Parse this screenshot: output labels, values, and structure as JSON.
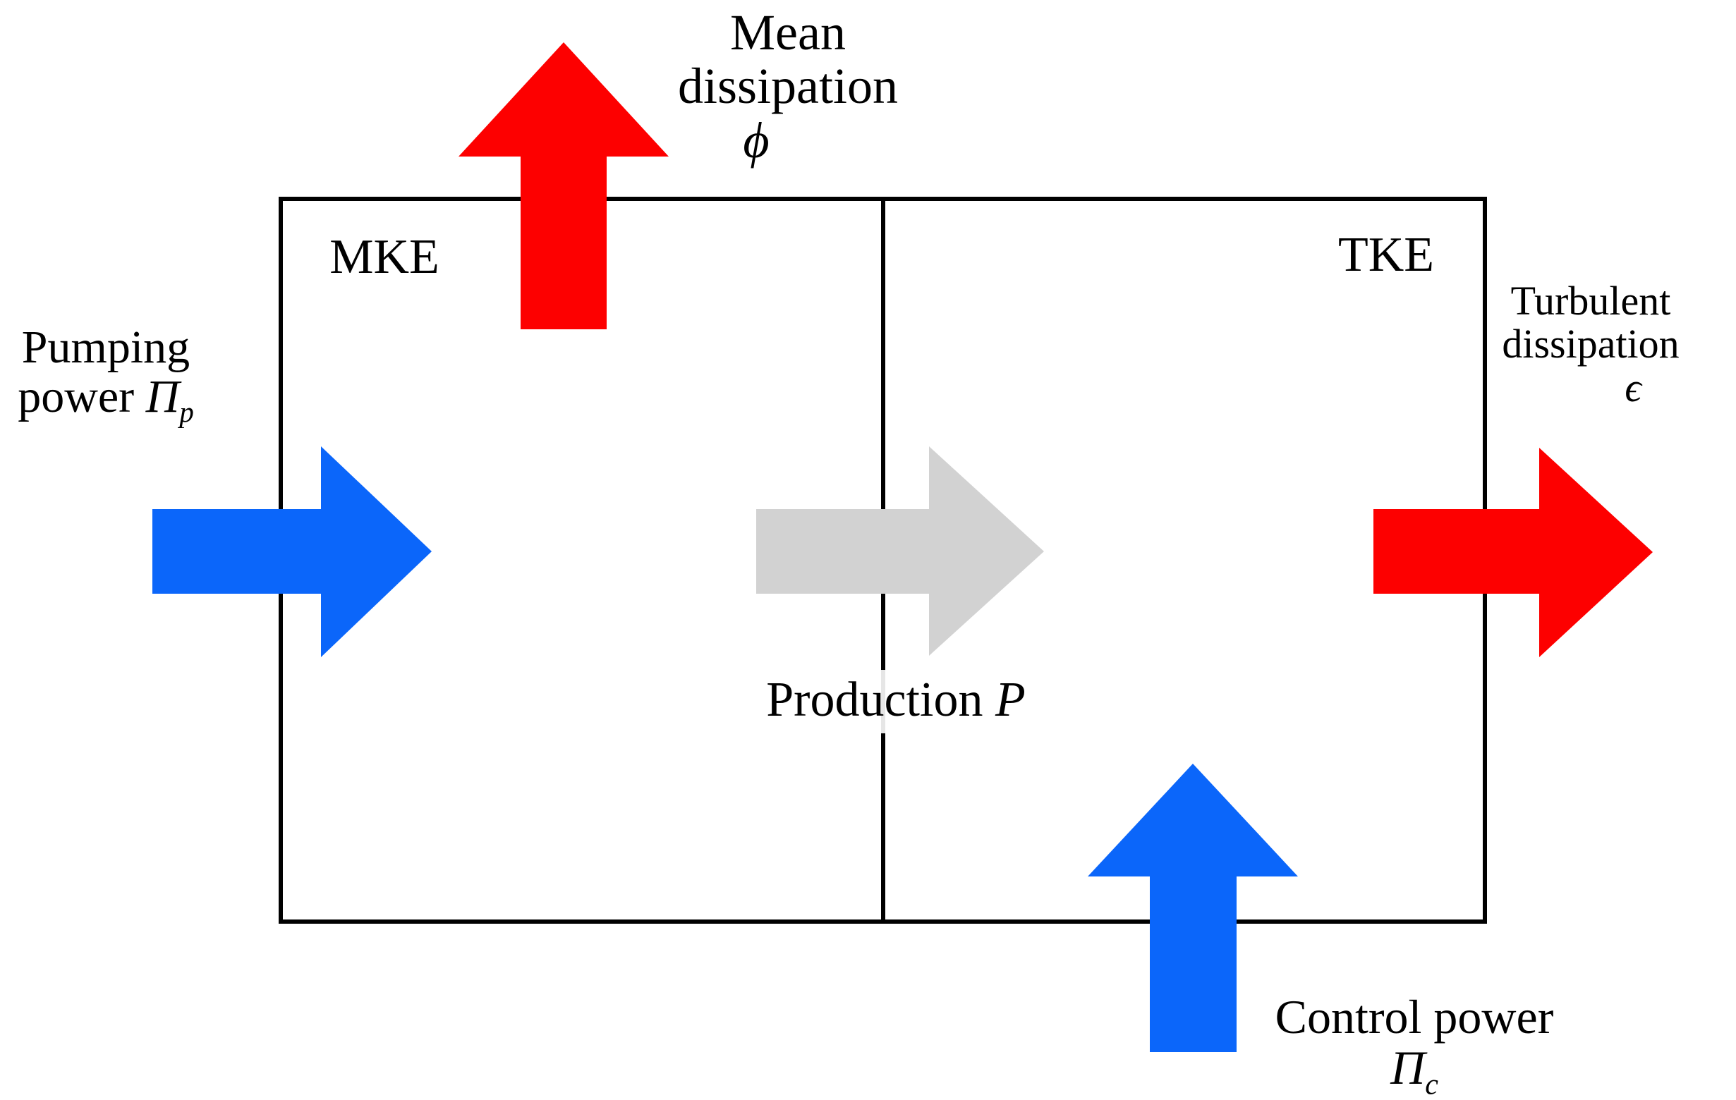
{
  "figure": {
    "type": "energy-flow-diagram",
    "description_visible_only": "Two-compartment kinetic energy budget box diagram"
  },
  "colors": {
    "background": "#ffffff",
    "box_border": "#000000",
    "input_arrow_blue": "#0b66fa",
    "dissipation_arrow_red": "#fd0000",
    "production_arrow_gray": "#d2d2d2",
    "text": "#000000"
  },
  "boxes": {
    "left": {
      "label": "MKE"
    },
    "right": {
      "label": "TKE"
    }
  },
  "labels": {
    "mean_dissipation": {
      "line1": "Mean",
      "line2": "dissipation",
      "symbol": "ϕ"
    },
    "pumping_power": {
      "line1": "Pumping",
      "line2": "power",
      "symbol": "Π",
      "subscript": "p"
    },
    "production": {
      "text": "Production",
      "symbol": "P"
    },
    "turbulent_dissipation": {
      "line1": "Turbulent",
      "line2": "dissipation",
      "symbol": "ϵ"
    },
    "control_power": {
      "line1": "Control power",
      "symbol": "Π",
      "subscript": "c"
    }
  },
  "arrows": [
    {
      "name": "pumping-power-arrow",
      "direction": "right",
      "enters": "MKE",
      "color": "#0b66fa"
    },
    {
      "name": "mean-dissipation-arrow",
      "direction": "up",
      "leaves": "MKE",
      "color": "#fd0000"
    },
    {
      "name": "production-arrow",
      "direction": "right",
      "from": "MKE",
      "to": "TKE",
      "color": "#d2d2d2"
    },
    {
      "name": "turbulent-dissipation-arrow",
      "direction": "right",
      "leaves": "TKE",
      "color": "#fd0000"
    },
    {
      "name": "control-power-arrow",
      "direction": "up",
      "enters": "TKE",
      "color": "#0b66fa"
    }
  ]
}
